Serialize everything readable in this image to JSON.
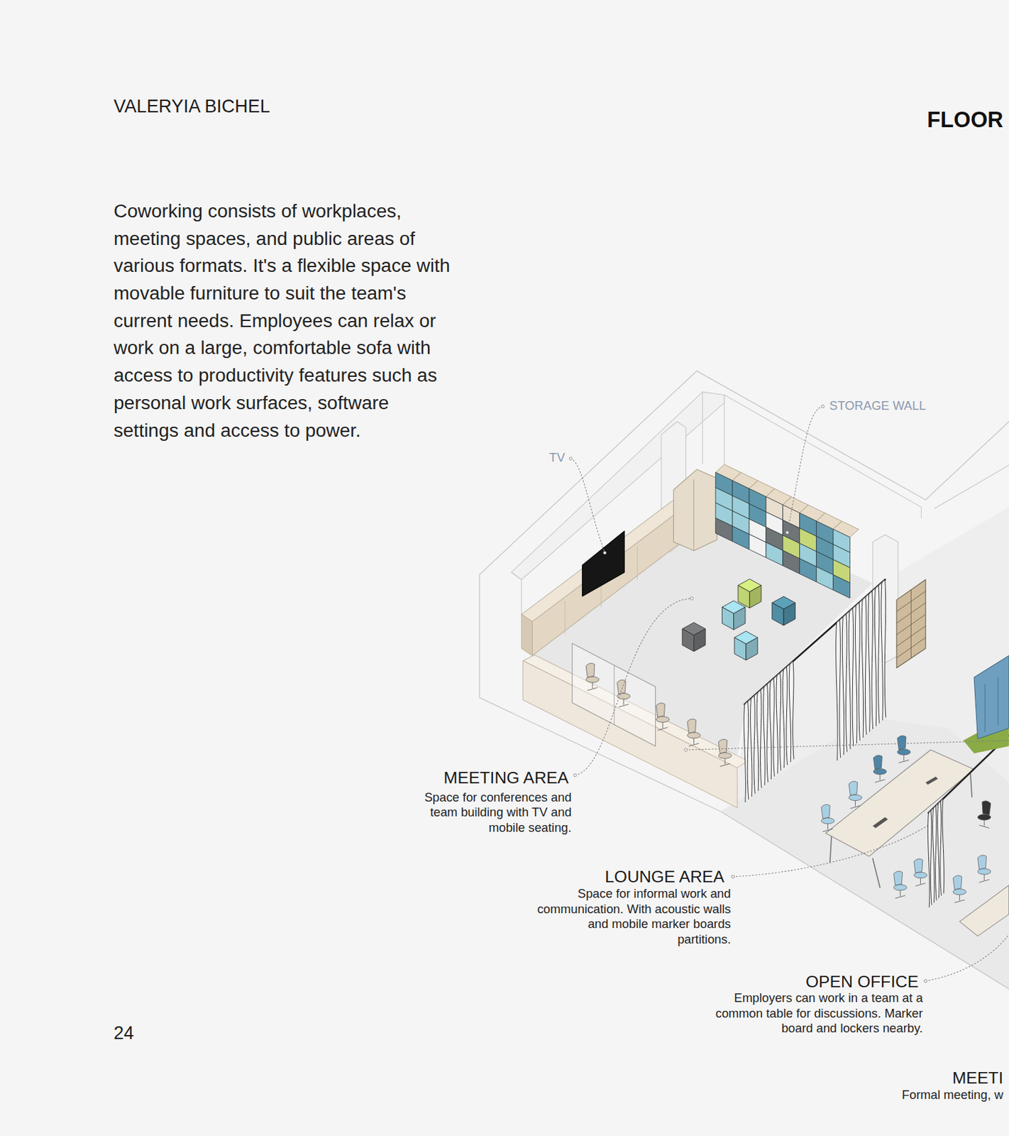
{
  "diagram": {
    "title": "FLOOR",
    "labels": [
      "VALERYIA BICHEL",
      "Coworking consists of workplaces, meeting spaces, and public areas of various formats. It's a flexible space with movable furniture to suit the team's current needs. Employees can relax or work on a large, comfortable sofa with access to productivity features such as personal work surfaces, software settings and access to power.",
      "TV",
      "STORAGE WALL",
      "MEETING AREA",
      "Space for conferences and team building with TV and mobile seating.",
      "LOUNGE AREA",
      "Space for informal work and communication. With acoustic walls and mobile marker boards partitions.",
      "OPEN OFFICE",
      "Employers can work in a team at a common table for discussions. Marker board and lockers nearby.",
      "24",
      "MEETI",
      "Formal meeting, w"
    ]
  }
}
